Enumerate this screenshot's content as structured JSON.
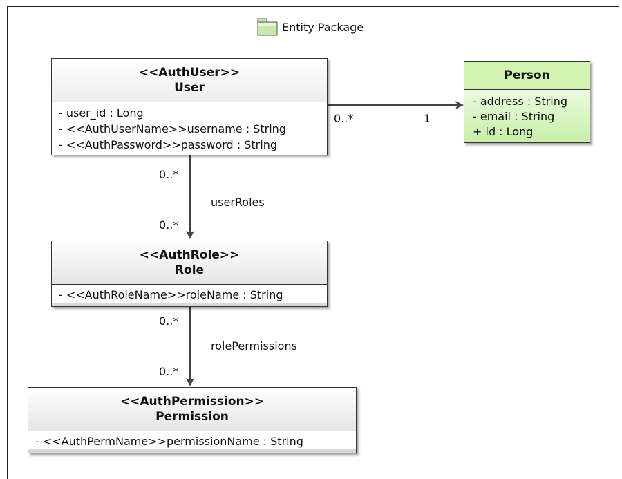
{
  "package": {
    "name": "Entity Package",
    "icon": "package-folder-icon"
  },
  "classes": {
    "user": {
      "stereotype": "<<AuthUser>>",
      "name": "User",
      "attributes": [
        "- user_id : Long",
        "- <<AuthUserName>>username : String",
        "- <<AuthPassword>>password : String"
      ]
    },
    "person": {
      "name": "Person",
      "attributes": [
        "- address : String",
        "- email : String",
        "+ id : Long"
      ]
    },
    "role": {
      "stereotype": "<<AuthRole>>",
      "name": "Role",
      "attributes": [
        "- <<AuthRoleName>>roleName : String"
      ]
    },
    "permission": {
      "stereotype": "<<AuthPermission>>",
      "name": "Permission",
      "attributes": [
        "- <<AuthPermName>>permissionName : String"
      ]
    }
  },
  "associations": {
    "user_person": {
      "source_mult": "0..*",
      "target_mult": "1"
    },
    "user_role": {
      "source_mult": "0..*",
      "role": "userRoles",
      "target_mult": "0..*"
    },
    "role_permission": {
      "source_mult": "0..*",
      "role": "rolePermissions",
      "target_mult": "0..*"
    }
  },
  "colors": {
    "entity_fill_end": "#d8d8d8",
    "person_fill_end": "#c8f0a8",
    "line": "#444444"
  }
}
